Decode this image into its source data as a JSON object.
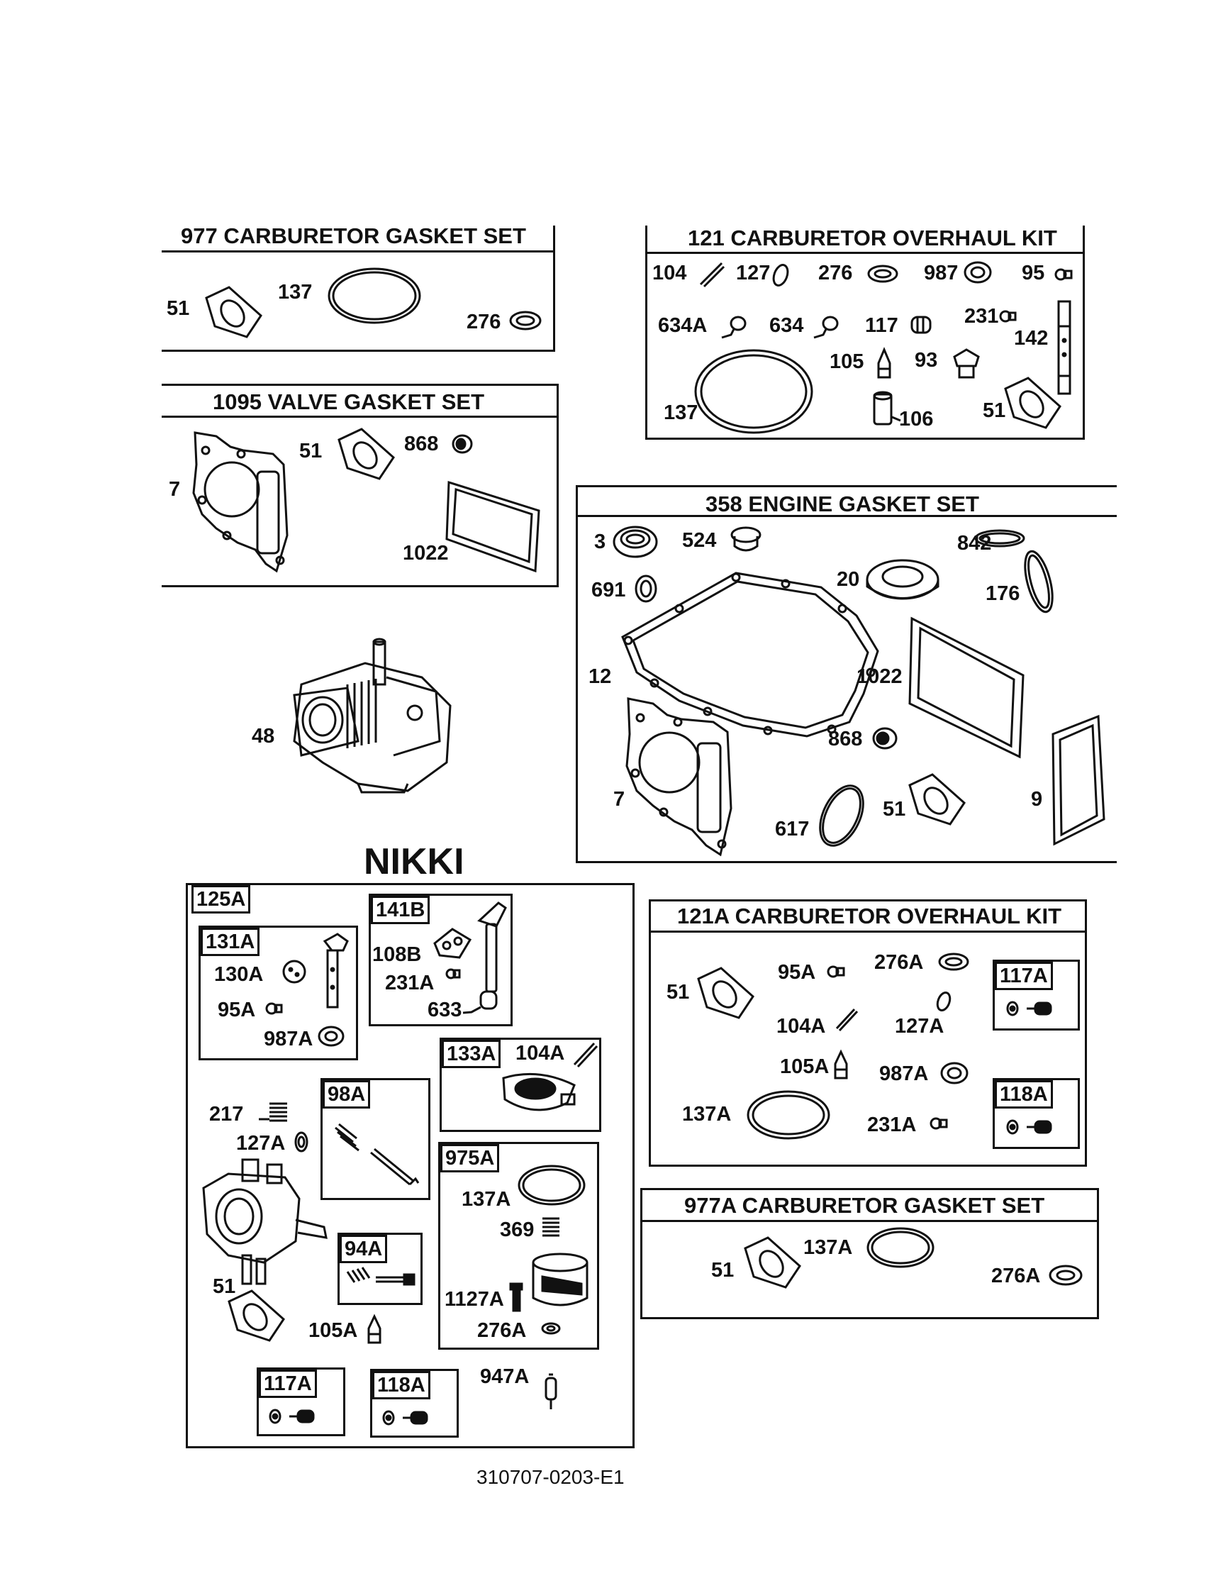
{
  "sections": {
    "s977": {
      "title": "977 CARBURETOR GASKET SET",
      "labels": {
        "l51": "51",
        "l137": "137",
        "l276": "276"
      }
    },
    "s1095": {
      "title": "1095 VALVE GASKET SET",
      "labels": {
        "l7": "7",
        "l51": "51",
        "l868": "868",
        "l1022": "1022"
      }
    },
    "s121": {
      "title": "121 CARBURETOR OVERHAUL KIT",
      "labels": {
        "l104": "104",
        "l127": "127",
        "l276": "276",
        "l987": "987",
        "l95": "95",
        "l634A": "634A",
        "l634": "634",
        "l117": "117",
        "l231": "231",
        "l142": "142",
        "l105": "105",
        "l93": "93",
        "l137": "137",
        "l106": "106",
        "l51": "51"
      }
    },
    "s358": {
      "title": "358 ENGINE GASKET SET",
      "labels": {
        "l3": "3",
        "l524": "524",
        "l842": "842",
        "l691": "691",
        "l20": "20",
        "l176": "176",
        "l12": "12",
        "l1022": "1022",
        "l868": "868",
        "l7": "7",
        "l617": "617",
        "l51": "51",
        "l9": "9"
      }
    },
    "engine": {
      "l48": "48"
    },
    "nikki": {
      "heading": "NIKKI",
      "tags": {
        "t125A": "125A",
        "t131A": "131A",
        "t141B": "141B",
        "t133A": "133A",
        "t104A": "104A",
        "t98A": "98A",
        "t975A": "975A",
        "t94A": "94A",
        "t117A": "117A",
        "t118A": "118A"
      },
      "labels": {
        "l130A": "130A",
        "l95A": "95A",
        "l987A": "987A",
        "l108B": "108B",
        "l231A": "231A",
        "l633": "633",
        "l217": "217",
        "l127A": "127A",
        "l137A": "137A",
        "l369": "369",
        "l1127A": "1127A",
        "l276A": "276A",
        "l51": "51",
        "l105A": "105A",
        "l947A": "947A"
      }
    },
    "s121A": {
      "title": "121A CARBURETOR OVERHAUL KIT",
      "tags": {
        "t117A": "117A",
        "t118A": "118A"
      },
      "labels": {
        "l51": "51",
        "l95A": "95A",
        "l276A": "276A",
        "l104A": "104A",
        "l127A": "127A",
        "l105A": "105A",
        "l987A": "987A",
        "l137A": "137A",
        "l231A": "231A"
      }
    },
    "s977A": {
      "title": "977A CARBURETOR GASKET SET",
      "labels": {
        "l51": "51",
        "l137A": "137A",
        "l276A": "276A"
      }
    }
  },
  "doc_number": "310707-0203-E1"
}
